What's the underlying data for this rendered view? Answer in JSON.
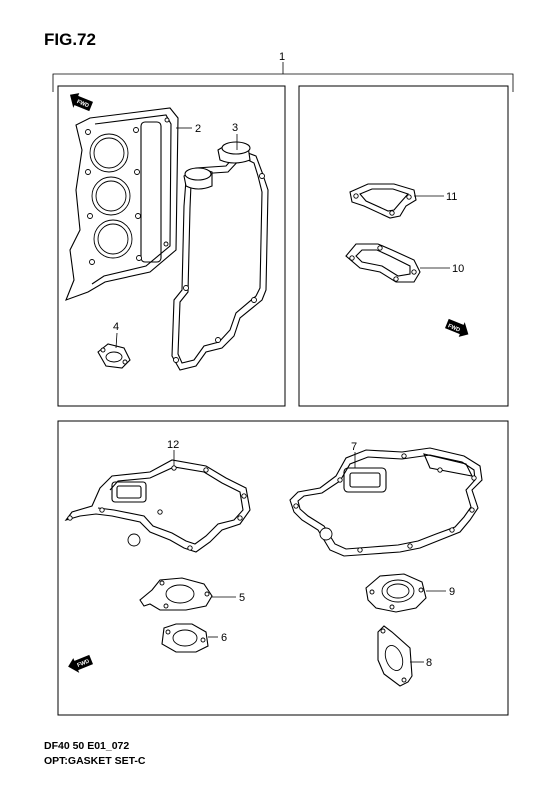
{
  "figure": {
    "title": "FIG.72"
  },
  "footer": {
    "code": "DF40 50 E01_072",
    "description": "OPT:GASKET SET-C"
  },
  "callouts": {
    "p1": "1",
    "p2": "2",
    "p3": "3",
    "p4": "4",
    "p5": "5",
    "p6": "6",
    "p7": "7",
    "p8": "8",
    "p9": "9",
    "p10": "10",
    "p11": "11",
    "p12": "12"
  },
  "fwd_arrows": {
    "label": "FWD"
  }
}
